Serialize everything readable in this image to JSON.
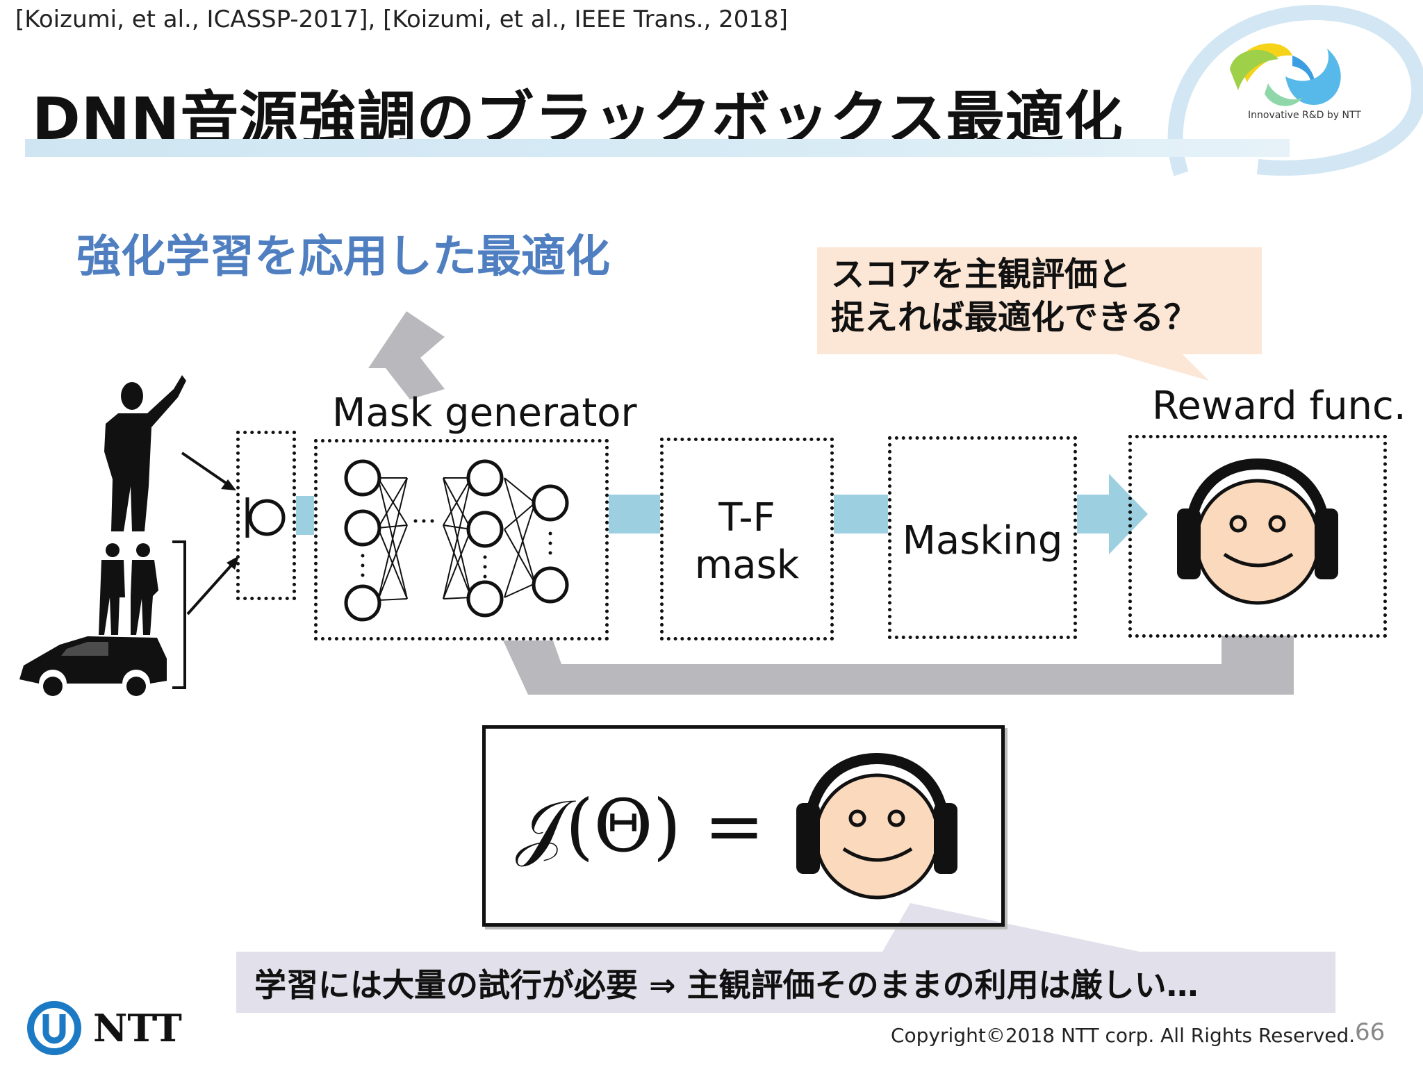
{
  "header": {
    "citation": "[Koizumi, et al., ICASSP-2017], [Koizumi, et al., IEEE Trans., 2018]",
    "title": "DNN音源強調のブラックボックス最適化",
    "logo_text": "Innovative R&D by NTT"
  },
  "subtitle": "強化学習を応用した最適化",
  "callout_top": {
    "line1": "スコアを主観評価と",
    "line2": "捉えれば最適化できる？"
  },
  "diagram": {
    "mask_generator_label": "Mask generator",
    "reward_label": "Reward func.",
    "tf_mask_line1": "T-F",
    "tf_mask_line2": "mask",
    "masking_label": "Masking"
  },
  "formula": {
    "text": "𝒥(Θ) ="
  },
  "bottom_callout": "学習には大量の試行が必要 ⇒ 主観評価そのままの利用は厳しい…",
  "footer": {
    "brand": "NTT",
    "copyright": "Copyright©2018  NTT corp. All Rights Reserved.",
    "page_number": "66"
  },
  "colors": {
    "accent_blue": "#4f7fc0",
    "flow_arrow": "#9ccfe0",
    "feedback_arrow": "#b9b9bd",
    "face_skin": "#fbd9bd",
    "callout_peach": "#fce7d6",
    "callout_gray": "#e2e0ea"
  },
  "icons": [
    "speaker-silhouette-icon",
    "two-people-silhouette-icon",
    "car-silhouette-icon",
    "microphone-icon",
    "neural-network-icon",
    "smiley-headphones-icon",
    "ntt-logo-icon",
    "innovative-logo-icon"
  ]
}
